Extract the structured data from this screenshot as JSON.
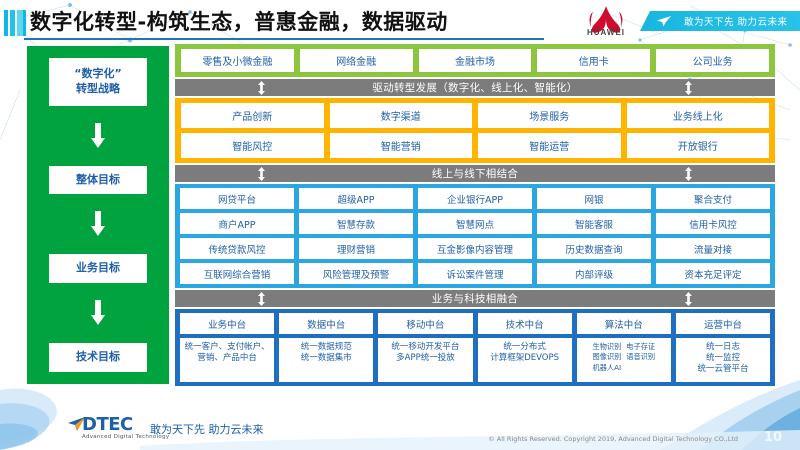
{
  "header": {
    "title": "数字化转型-构筑生态，普惠金融，数据驱动",
    "brand": "HUAWEI",
    "banner_slogan": "敢为天下先 助力云未来",
    "banner_icon": "paper-plane-icon",
    "accent_color": "#1f74bd",
    "banner_color": "#18b6e0"
  },
  "strategy": {
    "bg_color": "#00a33e",
    "items": [
      {
        "label": "“数字化”\n转型战略"
      },
      {
        "label": "整体目标"
      },
      {
        "label": "业务目标"
      },
      {
        "label": "技术目标"
      }
    ],
    "items_flat": [
      "“数字化”转型战略",
      "整体目标",
      "业务目标",
      "技术目标"
    ],
    "arrow_icon": "arrow-down-icon"
  },
  "business_lines": {
    "band_color": "#8cc63f",
    "cells": [
      "零售及小微金融",
      "网络金融",
      "金融市场",
      "信用卡",
      "公司业务"
    ]
  },
  "divider_1": {
    "label": "驱动转型发展（数字化、线上化、智能化）",
    "color": "#7c7c7c",
    "icon": "up-down-arrow-icon"
  },
  "transform": {
    "band_color": "#ffb400",
    "rows": [
      [
        "产品创新",
        "数字渠道",
        "场景服务",
        "业务线上化"
      ],
      [
        "智能风控",
        "智能营销",
        "智能运营",
        "开放银行"
      ]
    ]
  },
  "divider_2": {
    "label": "线上与线下相结合",
    "color": "#7c7c7c",
    "icon": "up-down-arrow-icon"
  },
  "online_offline": {
    "band_color": "#2ba6e0",
    "rows": [
      [
        "网贷平台",
        "超级APP",
        "企业银行APP",
        "网银",
        "聚合支付"
      ],
      [
        "商户APP",
        "智慧存款",
        "智慧网点",
        "智能客服",
        "信用卡风控"
      ],
      [
        "传统贷款风控",
        "理财营销",
        "互金影像内容管理",
        "历史数据查询",
        "流量对接"
      ],
      [
        "互联网综合营销",
        "风险管理及预警",
        "诉讼案件管理",
        "内部评级",
        "资本充足评定"
      ]
    ]
  },
  "divider_3": {
    "label": "业务与科技相融合",
    "color": "#7c7c7c",
    "icon": "up-down-arrow-icon"
  },
  "platform": {
    "band_color": "#1f6fc0",
    "titles": [
      "业务中台",
      "数据中台",
      "移动中台",
      "技术中台",
      "算法中台",
      "运营中台"
    ],
    "details": [
      "统一客户、支付帐户、营销、产品中台",
      "统一数据规范\n统一数据集市",
      "统一移动开发平台\n多APP统一投放",
      "统一分布式\n计算框架DEVOPS",
      "",
      "统一日志\n统一监控\n统一云管平台"
    ],
    "algo_items": [
      "生物识别",
      "电子存证",
      "图像识别",
      "语音识别",
      "机器人AI"
    ]
  },
  "footer": {
    "logo_text": "DTEC",
    "logo_sub": "Advanced Digital Technology",
    "slogan": "敢为天下先    助力云未来",
    "copyright": "© All Rights Reserved. Copyright 2019, Advanced Digital Technology CO.,Ltd",
    "page_number": "10"
  }
}
